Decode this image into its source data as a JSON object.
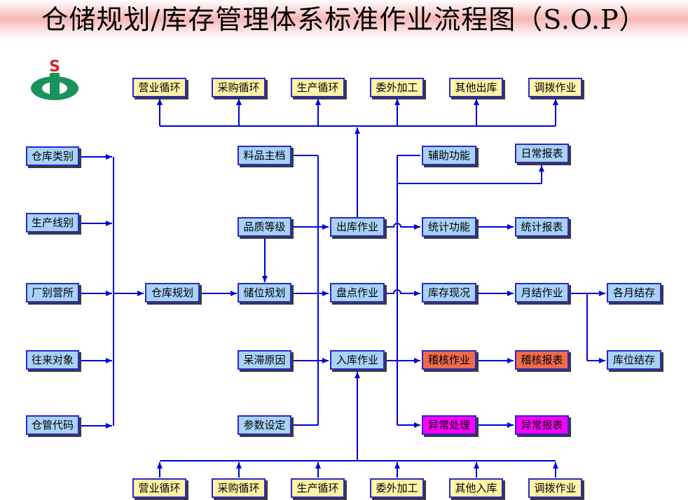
{
  "title": "仓储规划/库存管理体系标准作业流程图（S.O.P）",
  "colors": {
    "line": "#0000d8",
    "box_border": "#2828d0",
    "yellow_box": "#fff4a8",
    "blue_box": "#a8d2f8",
    "audit_box": "#f06a4c",
    "exception_box": "#ff00ff",
    "logo_green": "#18935a",
    "logo_red": "#d8232a"
  },
  "logo": {
    "icon": "company-logo-icon"
  },
  "top_row": [
    "营业循环",
    "采购循环",
    "生产循环",
    "委外加工",
    "其他出库",
    "调拨作业"
  ],
  "bottom_row": [
    "营业循环",
    "采购循环",
    "生产循环",
    "委外加工",
    "其他入库",
    "调拨作业"
  ],
  "left_column": [
    "仓库类别",
    "生产线别",
    "厂别营所",
    "往来对象",
    "仓管代码"
  ],
  "warehouse_plan": "仓库规划",
  "middle_column": [
    "料品主档",
    "品质等级",
    "储位规划",
    "呆滞原因",
    "参数设定"
  ],
  "operations": [
    "出库作业",
    "盘点作业",
    "入库作业"
  ],
  "functions": {
    "aux": "辅助功能",
    "stat": "统计功能",
    "stock": "库存现况",
    "audit": "稽核作业",
    "exception": "异常处理"
  },
  "reports": {
    "daily": "日常报表",
    "stat": "统计报表",
    "monthly": "月结作业",
    "audit": "稽核报表",
    "exception": "异常报表"
  },
  "balances": [
    "各月结存",
    "库位结存"
  ]
}
